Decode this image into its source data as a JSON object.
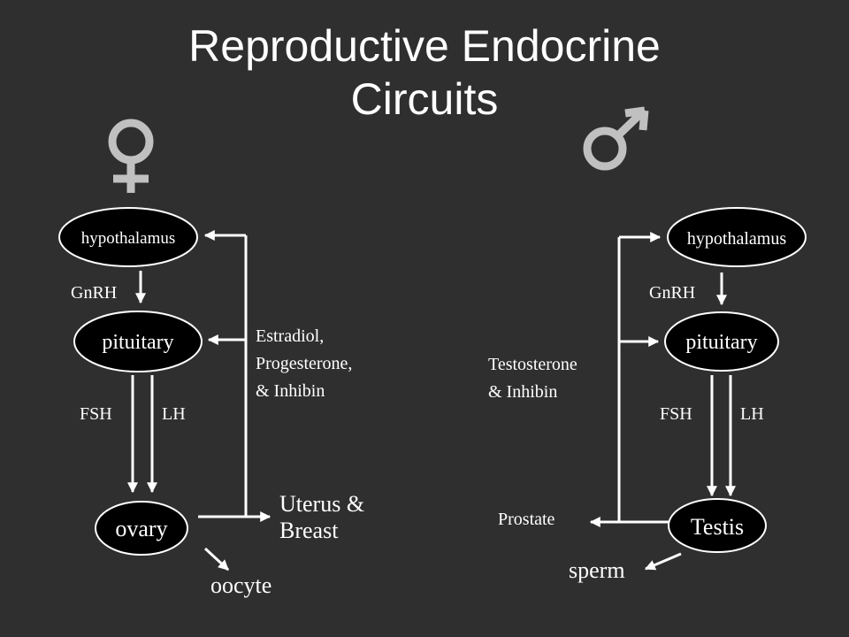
{
  "title": {
    "line1": "Reproductive Endocrine",
    "line2": "Circuits"
  },
  "colors": {
    "background": "#2f2f2f",
    "node_fill": "#000000",
    "stroke": "#ffffff",
    "text": "#ffffff",
    "symbol": "#c0c0c0"
  },
  "female": {
    "symbol": "female-symbol",
    "hypothalamus": "hypothalamus",
    "gnrh": "GnRH",
    "pituitary": "pituitary",
    "fsh": "FSH",
    "lh": "LH",
    "ovary": "ovary",
    "feedback_line1": "Estradiol,",
    "feedback_line2": "Progesterone,",
    "feedback_line3": "& Inhibin",
    "target_line1": "Uterus &",
    "target_line2": "Breast",
    "oocyte": "oocyte"
  },
  "male": {
    "symbol": "male-symbol",
    "hypothalamus": "hypothalamus",
    "gnrh": "GnRH",
    "pituitary": "pituitary",
    "fsh": "FSH",
    "lh": "LH",
    "testis": "Testis",
    "feedback_line1": "Testosterone",
    "feedback_line2": "& Inhibin",
    "prostate": "Prostate",
    "sperm": "sperm"
  }
}
